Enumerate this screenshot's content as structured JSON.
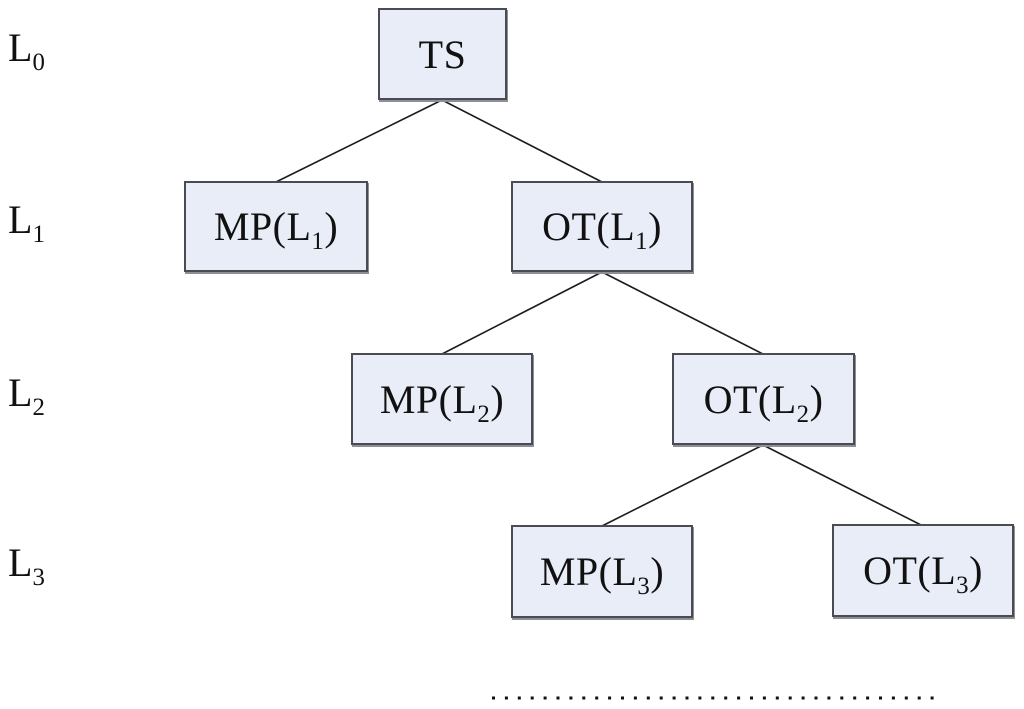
{
  "figure": {
    "type": "tree-diagram",
    "description": "Hierarchical decomposition tree with levels L0-L3 and a dotted continuation line"
  },
  "colors": {
    "background": "#ffffff",
    "node_fill": "#e8edf7",
    "node_border": "#4b4b52",
    "edge_line": "#1c1c1c",
    "text": "#111111"
  },
  "levels": [
    {
      "base": "L",
      "sub": "0"
    },
    {
      "base": "L",
      "sub": "1"
    },
    {
      "base": "L",
      "sub": "2"
    },
    {
      "base": "L",
      "sub": "3"
    }
  ],
  "nodes": {
    "ts": {
      "prefix": "TS",
      "sub": "",
      "suffix": ""
    },
    "mp1": {
      "prefix": "MP(L",
      "sub": "1",
      "suffix": ")"
    },
    "ot1": {
      "prefix": "OT(L",
      "sub": "1",
      "suffix": ")"
    },
    "mp2": {
      "prefix": "MP(L",
      "sub": "2",
      "suffix": ")"
    },
    "ot2": {
      "prefix": "OT(L",
      "sub": "2",
      "suffix": ")"
    },
    "mp3": {
      "prefix": "MP(L",
      "sub": "3",
      "suffix": ")"
    },
    "ot3": {
      "prefix": "OT(L",
      "sub": "3",
      "suffix": ")"
    }
  },
  "edges": [
    {
      "from": "TS",
      "to": "MP(L1)"
    },
    {
      "from": "TS",
      "to": "OT(L1)"
    },
    {
      "from": "OT(L1)",
      "to": "MP(L2)"
    },
    {
      "from": "OT(L1)",
      "to": "OT(L2)"
    },
    {
      "from": "OT(L2)",
      "to": "MP(L3)"
    },
    {
      "from": "OT(L2)",
      "to": "OT(L3)"
    }
  ],
  "continuation": {
    "style": "dotted-line",
    "meaning": "tree continues below OT(L3) level"
  }
}
